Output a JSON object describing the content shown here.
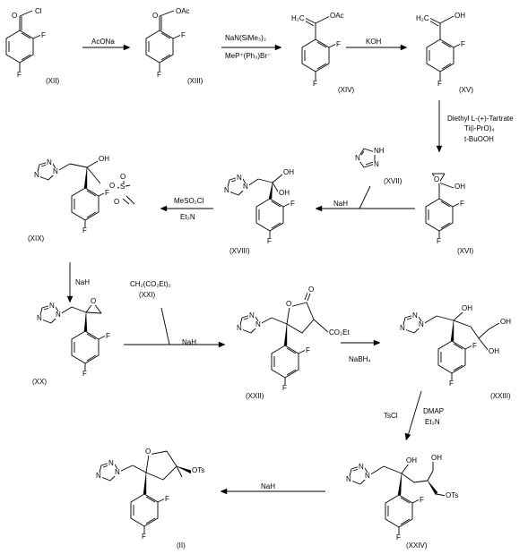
{
  "compounds": {
    "XII": "(XII)",
    "XIII": "(XIII)",
    "XIV": "(XIV)",
    "XV": "(XV)",
    "XVI": "(XVI)",
    "XVII": "(XVII)",
    "XVIII": "(XVIII)",
    "XIX": "(XIX)",
    "XX": "(XX)",
    "XXI": "(XXI)",
    "XXII": "(XXII)",
    "XXIII": "(XXIII)",
    "XXIV": "(XXIV)",
    "II": "(II)"
  },
  "reagents": {
    "r1": "AcONa",
    "r2a": "NaN(SiMe₃)₂",
    "r2b": "MeP⁺(Ph₃)Br⁻",
    "r3": "KOH",
    "r4a": "Diethyl L-(+)-Tartrate",
    "r4b": "Ti(i-PrO)₄",
    "r4c": "t-BuOOH",
    "r5": "NaH",
    "r6a": "MeSO₂Cl",
    "r6b": "Et₃N",
    "r7": "NaH",
    "r8a": "CH₂(CO₂Et)₂",
    "r8b": "NaH",
    "r9": "NaBH₄",
    "r10a": "TsCl",
    "r10b": "DMAP",
    "r10c": "Et₃N",
    "r11": "NaH"
  },
  "atoms": {
    "Cl": "Cl",
    "F": "F",
    "O": "O",
    "OAc": "OAc",
    "OH": "OH",
    "N": "N",
    "NH": "NH",
    "H2C": "H₂C",
    "OTs": "OTs",
    "CO2Et": "CO₂Et",
    "S": "S"
  }
}
